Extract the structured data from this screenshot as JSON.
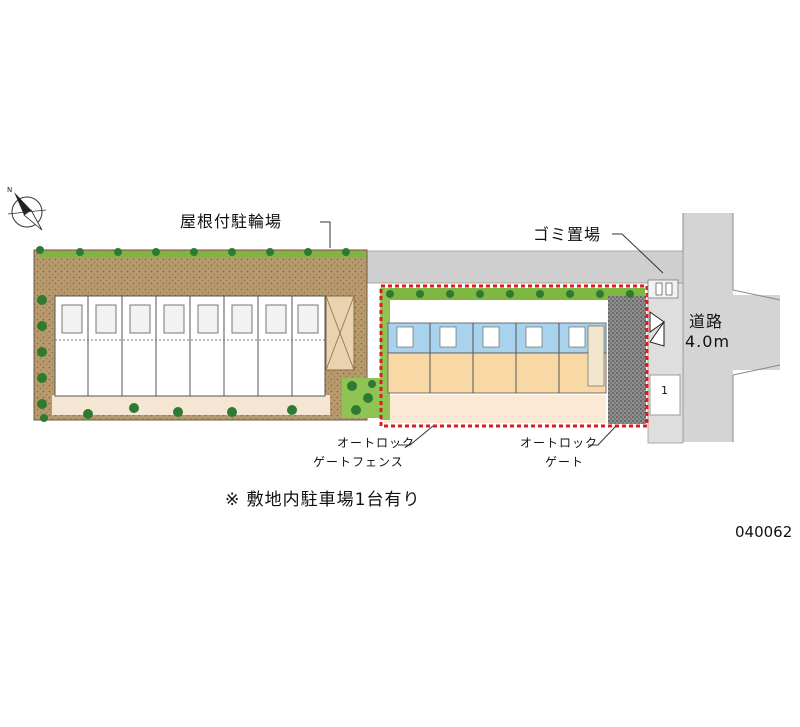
{
  "labels": {
    "covered_bike_parking": "屋根付駐輪場",
    "garbage_area": "ゴミ置場",
    "road_name": "道路",
    "road_width": "4.0m",
    "autolock_fence_line1": "オートロック",
    "autolock_fence_line2": "ゲートフェンス",
    "autolock_gate_line1": "オートロック",
    "autolock_gate_line2": "ゲート",
    "parking_note": "※ 敷地内駐車場1台有り",
    "property_code": "040062",
    "parking_space_number": "1"
  },
  "colors": {
    "hedge": "#7fb541",
    "tree": "#2f7a32",
    "ground": "#b89a6e",
    "unit_peach": "#f8d9a6",
    "unit_blue": "#a9d3ec",
    "road_gray": "#d4d4d4",
    "fence_red": "#d81e1e"
  },
  "icons": {
    "compass": "north-arrow-compass-icon",
    "gate": "gate-icon"
  }
}
